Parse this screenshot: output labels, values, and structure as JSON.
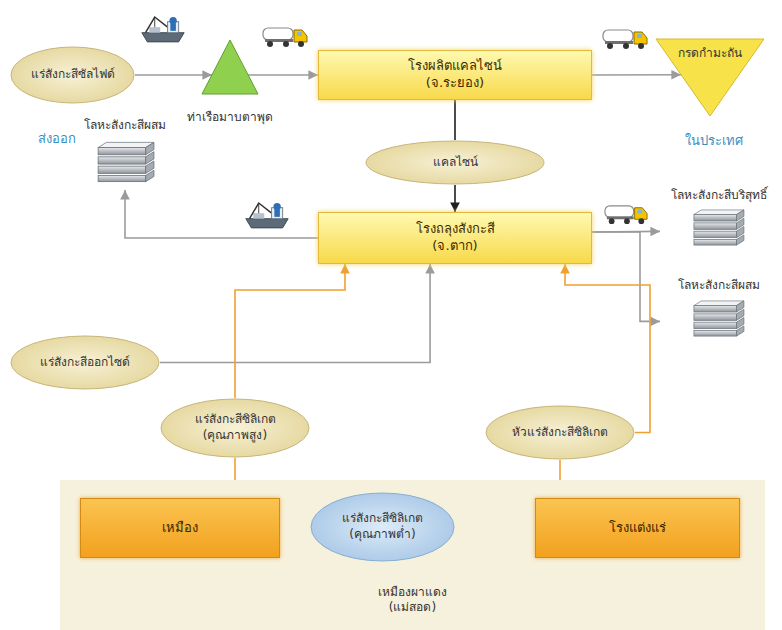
{
  "diagram": {
    "nodes": [
      {
        "text": [
          "แร่สังกะสีซัลไฟด์"
        ]
      },
      {
        "text": [
          "ท่าเรือมาบตาพุด"
        ]
      },
      {
        "text": [
          "โรงผลิตแคลไซน์",
          "(จ.ระยอง)"
        ]
      },
      {
        "text": [
          "กรดกำมะถัน"
        ]
      },
      {
        "text": [
          "แคลไซน์"
        ]
      },
      {
        "text": [
          "โรงถลุงสังกะสี",
          "(จ.ตาก)"
        ]
      },
      {
        "text": [
          "โลหะสังกะสีผสม"
        ]
      },
      {
        "text": [
          "โลหะสังกะสีบริสุทธิ์"
        ]
      },
      {
        "text": [
          "โลหะสังกะสีผสม"
        ]
      },
      {
        "text": [
          "แร่สังกะสีออกไซด์"
        ]
      },
      {
        "text": [
          "แร่สังกะสีซิลิเกต",
          "(คุณภาพสูง)"
        ]
      },
      {
        "text": [
          "หัวแร่สังกะสีซิลิเกต"
        ]
      },
      {
        "text": [
          "เหมืองผาแดง",
          "(แม่สอด)"
        ]
      },
      {
        "text": [
          "เหมือง"
        ],
        "in": 12
      },
      {
        "text": [
          "แร่สังกะสีซิลิเกต",
          "(คุณภาพต่ำ)"
        ],
        "in": 12
      },
      {
        "text": [
          "โรงแต่งแร่"
        ],
        "in": 12
      }
    ],
    "edges": [
      {
        "from": 0,
        "to": 1,
        "arrow": "to"
      },
      {
        "from": 1,
        "to": 2,
        "arrow": "to"
      },
      {
        "from": 2,
        "to": 3,
        "arrow": "to"
      },
      {
        "from": 2,
        "to": 4,
        "arrow": "none"
      },
      {
        "from": 4,
        "to": 5,
        "arrow": "to"
      },
      {
        "from": 5,
        "to": 6,
        "arrow": "to"
      },
      {
        "from": 5,
        "to": 7,
        "arrow": "to"
      },
      {
        "from": 5,
        "to": 8,
        "arrow": "to"
      },
      {
        "from": 9,
        "to": 5,
        "arrow": "to"
      },
      {
        "from": 13,
        "to": 10,
        "arrow": "none"
      },
      {
        "from": 10,
        "to": 5,
        "arrow": "to"
      },
      {
        "from": 13,
        "to": 14,
        "arrow": "none"
      },
      {
        "from": 14,
        "to": 15,
        "arrow": "to"
      },
      {
        "from": 15,
        "to": 11,
        "arrow": "none"
      },
      {
        "from": 11,
        "to": 5,
        "arrow": "to"
      }
    ],
    "labels": [
      "ส่งออก",
      "ในประเทศ"
    ]
  }
}
